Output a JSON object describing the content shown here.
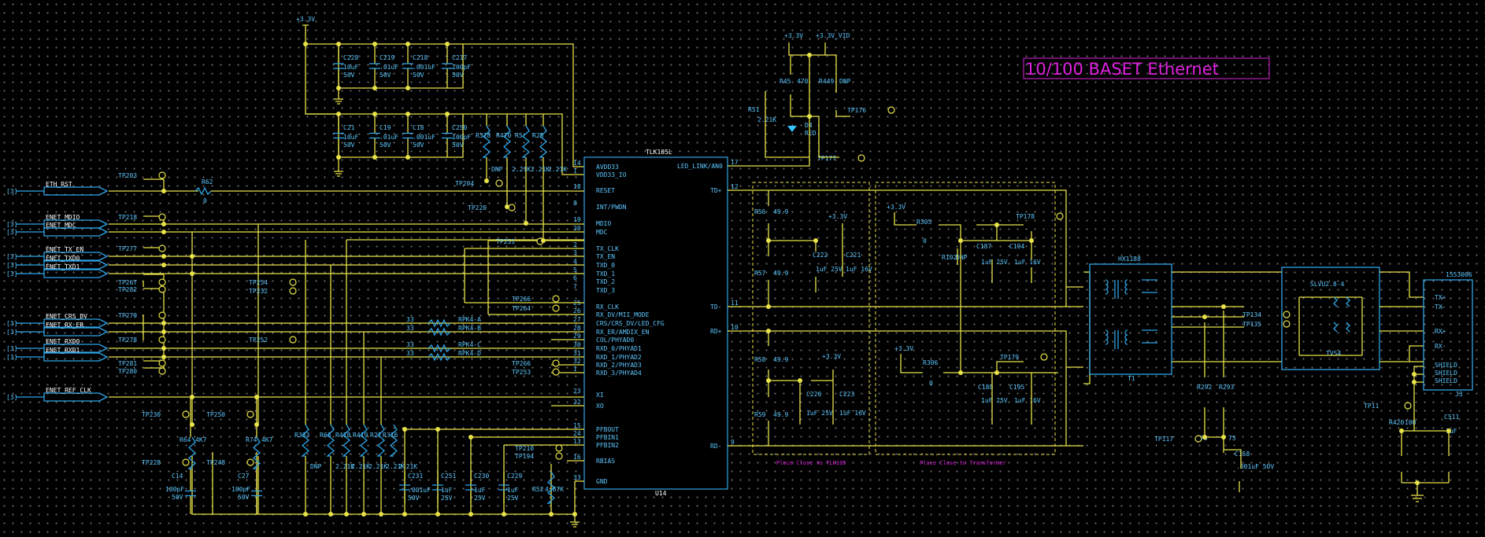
{
  "title": "10/100 BASET Ethernet",
  "chip": {
    "part": "TLK105L",
    "ref": "U14"
  },
  "chip_left_pins": [
    {
      "num": "14",
      "name": "AVDD33"
    },
    {
      "num": "1",
      "name": "VDD33_IO"
    },
    {
      "num": "18",
      "name": "RESET"
    },
    {
      "num": "8",
      "name": "INT/PWDN"
    },
    {
      "num": "19",
      "name": "MDIO"
    },
    {
      "num": "20",
      "name": "MDC"
    },
    {
      "num": "2",
      "name": "TX_CLK"
    },
    {
      "num": "3",
      "name": "TX_EN"
    },
    {
      "num": "4",
      "name": "TXD_0"
    },
    {
      "num": "5",
      "name": "TXD_1"
    },
    {
      "num": "6",
      "name": "TXD_2"
    },
    {
      "num": "7",
      "name": "TXD_3"
    },
    {
      "num": "25",
      "name": "RX_CLK"
    },
    {
      "num": "26",
      "name": "RX_DV/MII_MODE"
    },
    {
      "num": "27",
      "name": "CRS/CRS_DV/LED_CFG"
    },
    {
      "num": "28",
      "name": "RX_ER/AMDIX_EN"
    },
    {
      "num": "29",
      "name": "COL/PHYAD0"
    },
    {
      "num": "30",
      "name": "RXD_0/PHYAD1"
    },
    {
      "num": "31",
      "name": "RXD_1/PHYAD2"
    },
    {
      "num": "32",
      "name": "RXD_2/PHYAD3"
    },
    {
      "num": "1",
      "name": "RXD_3/PHYAD4"
    },
    {
      "num": "23",
      "name": "XI"
    },
    {
      "num": "22",
      "name": "XO"
    },
    {
      "num": "15",
      "name": "PFBOUT"
    },
    {
      "num": "24",
      "name": "PFBIN1"
    },
    {
      "num": "13",
      "name": "PFBIN2"
    },
    {
      "num": "16",
      "name": "RBIAS"
    },
    {
      "num": "33",
      "name": "GND"
    }
  ],
  "chip_right_pins": [
    {
      "num": "17",
      "name": "LED_LINK/AN0"
    },
    {
      "num": "12",
      "name": "TD+"
    },
    {
      "num": "11",
      "name": "TD-"
    },
    {
      "num": "10",
      "name": "RD+"
    },
    {
      "num": "9",
      "name": "RD-"
    }
  ],
  "signals": [
    {
      "name": "ETH_RST",
      "ref": "[3]"
    },
    {
      "name": "ENET_MDIO",
      "ref": "[3]"
    },
    {
      "name": "ENET_MDC",
      "ref": "[3]"
    },
    {
      "name": "ENET_TX_EN",
      "ref": "[3]"
    },
    {
      "name": "ENET_TXD0",
      "ref": "[3]"
    },
    {
      "name": "ENET_TXD1",
      "ref": "[3]"
    },
    {
      "name": "ENET_CRS_DV",
      "ref": "[3]"
    },
    {
      "name": "ENET_RX_ER",
      "ref": "[3]"
    },
    {
      "name": "ENET_RXD0",
      "ref": "[3]"
    },
    {
      "name": "ENET_RXD1",
      "ref": "[3]"
    },
    {
      "name": "ENET_REF_CLK",
      "ref": "[3]"
    }
  ],
  "power_labels": [
    "+3.3V",
    "+3.3V",
    "+3.3V_VID",
    "+3.3V",
    "+3.3V",
    "+3.3V",
    "+3.3V"
  ],
  "caps_top1": [
    {
      "ref": "C228",
      "v1": "10uF",
      "v2": "50V"
    },
    {
      "ref": "C219",
      "v1": ".01uF",
      "v2": "50V"
    },
    {
      "ref": "C218",
      "v1": ".001uF",
      "v2": "50V"
    },
    {
      "ref": "C217",
      "v1": "100pF",
      "v2": "50V"
    }
  ],
  "caps_top2": [
    {
      "ref": "C21",
      "v1": "10uF",
      "v2": "50V"
    },
    {
      "ref": "C19",
      "v1": ".01uF",
      "v2": "50V"
    },
    {
      "ref": "C18",
      "v1": ".001uF",
      "v2": "50V"
    },
    {
      "ref": "C250",
      "v1": "100pF",
      "v2": "50V"
    }
  ],
  "pullups": [
    {
      "ref": "R328",
      "v": "DNP"
    },
    {
      "ref": "R470",
      "v": "2.21K"
    },
    {
      "ref": "R5",
      "v": "2.21K"
    },
    {
      "ref": "R25",
      "v": "2.21K"
    }
  ],
  "bottom_res": [
    {
      "ref": "R333",
      "v": "DNP"
    },
    {
      "ref": "R63",
      "v": "2.21K"
    },
    {
      "ref": "R418",
      "v": "2.21K"
    },
    {
      "ref": "R419",
      "v": "2.21K"
    },
    {
      "ref": "R27",
      "v": "2.21K"
    },
    {
      "ref": "R316",
      "v": "2.21K"
    }
  ],
  "bottom_caps": [
    {
      "ref": "C231",
      "v1": ".001uF",
      "v2": "50V"
    },
    {
      "ref": "C251",
      "v1": "1uF",
      "v2": "25V"
    },
    {
      "ref": "C230",
      "v1": "1uF",
      "v2": "25V"
    },
    {
      "ref": "C229",
      "v1": "1uF",
      "v2": "25V"
    }
  ],
  "rpk": [
    {
      "ref": "RPK4-A",
      "v": "33"
    },
    {
      "ref": "RPK4-B",
      "v": "33"
    },
    {
      "ref": "RPK4-C",
      "v": "33"
    },
    {
      "ref": "RPK4-D",
      "v": "33"
    }
  ],
  "testpoints": [
    "TP203",
    "TP218",
    "TP277",
    "TP267",
    "TP282",
    "TP279",
    "TP278",
    "TP281",
    "TP280",
    "TP254",
    "TP232",
    "TP252",
    "TP204",
    "TP220",
    "TP251",
    "TP266",
    "TP264",
    "TP266",
    "TP253",
    "TP210",
    "TP194",
    "TP230",
    "TP250",
    "TP228",
    "TP248",
    "TP176",
    "TP177",
    "TP178",
    "TP179",
    "TP134",
    "TP135",
    "TP117",
    "TP11"
  ],
  "misc": {
    "r62": "R62",
    "r62v": "0",
    "r64": "R64",
    "r64v": "4K7",
    "r74": "R74",
    "r74v": "4K7",
    "c14": "C14",
    "c14v1": "100pF",
    "c14v2": "50V",
    "c27": "C27",
    "c27v1": "100pF",
    "c27v2": "50V",
    "r52": "R52",
    "r52v": "4.87K",
    "r51": "R51",
    "r51v": "2.21K",
    "r45": "R45",
    "r45v": "470",
    "r449": "R449",
    "r449v": "DNP",
    "d4": "D4",
    "d4v": "RED",
    "r56": "R56",
    "r56v": "49.9",
    "r57": "R57",
    "r57v": "49.9",
    "r58": "R58",
    "r58v": "49.9",
    "r59": "R59",
    "r59v": "49.9",
    "c222": "C222",
    "c222v": "1uF 25V",
    "c221": "C221",
    "c221v": "1uF 16V",
    "c220": "C220",
    "c220v": "1uF 25V",
    "c223": "C223",
    "c223v": "1uF 16V",
    "r305": "R305",
    "r305v": "0",
    "r306": "R306",
    "r306v": "0",
    "r102": "R102",
    "r102v": "DNP",
    "c187": "C187",
    "c187v": "1uF 25V",
    "c194": "C194",
    "c194v": "1uF 16V",
    "c188": "C188",
    "c188v": "1uF 25V",
    "c195": "C195",
    "c195v": "1uF 16V",
    "t1": "HX1188",
    "t1ref": "T1",
    "tvs": "SLVU2.8-4",
    "tvsref": "TVS4",
    "r292": "R292",
    "r293": "R293",
    "r29v": "75",
    "c158": "C158",
    "c158v": ".001uF 50V",
    "r420": "R420",
    "r420v": "100",
    "c511": "C511",
    "c511v": "1uF",
    "j": "1553006",
    "jref": "J3",
    "jpins": [
      "TX+",
      "TX-",
      "RX+",
      "RX-",
      "SHIELD",
      "SHIELD",
      "SHIELD"
    ],
    "note1": "Place Close to TLK105",
    "note2": "Place Close to Transformer"
  }
}
